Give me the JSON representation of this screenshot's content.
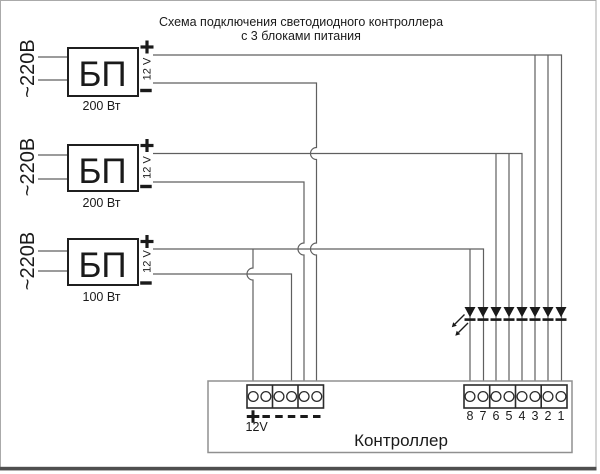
{
  "title": {
    "line1": "Схема подключения светодиодного контроллера",
    "line2": "с 3 блоками питания"
  },
  "psus": [
    {
      "label": "БП",
      "input_label": "~220В",
      "output_label": "12 V",
      "power": "200 Вт",
      "plus": "+",
      "minus": "-"
    },
    {
      "label": "БП",
      "input_label": "~220В",
      "output_label": "12 V",
      "power": "200 Вт",
      "plus": "+",
      "minus": "-"
    },
    {
      "label": "БП",
      "input_label": "~220В",
      "output_label": "12 V",
      "power": "100 Вт",
      "plus": "+",
      "minus": "-"
    }
  ],
  "controller": {
    "label": "Контроллер",
    "power_terminal": {
      "plus_label": "+",
      "minus_dashes": [
        "-",
        "-",
        "-",
        "-",
        "-"
      ],
      "voltage_label": "12V"
    },
    "channel_terminal": {
      "numbers": [
        "8",
        "7",
        "6",
        "5",
        "4",
        "3",
        "2",
        "1"
      ]
    }
  },
  "colors": {
    "background": "#ffffff",
    "wire": "#5f5f5f",
    "ink": "#1a1a1a",
    "controller_outline": "#909090",
    "frame_border": "#aaaaaa",
    "bottom_bar": "#4f4f4f"
  }
}
